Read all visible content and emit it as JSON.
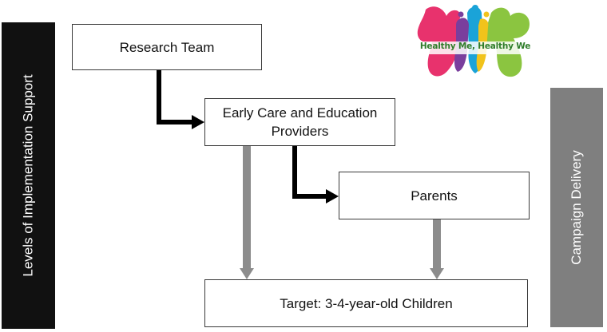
{
  "left_bar": {
    "label": "Levels of Implementation Support",
    "color": "#111111"
  },
  "right_bar": {
    "label": "Campaign Delivery",
    "color": "#7f7f7f"
  },
  "nodes": {
    "research_team": "Research Team",
    "ece_providers_line1": "Early Care and Education",
    "ece_providers_line2": "Providers",
    "parents": "Parents",
    "target": "Target: 3-4-year-old Children"
  },
  "edges": [
    {
      "from": "Research Team",
      "to": "Early Care and Education Providers",
      "style": "black-elbow"
    },
    {
      "from": "Early Care and Education Providers",
      "to": "Parents",
      "style": "black-elbow"
    },
    {
      "from": "Early Care and Education Providers",
      "to": "Target: 3-4-year-old Children",
      "style": "gray-vertical"
    },
    {
      "from": "Parents",
      "to": "Target: 3-4-year-old Children",
      "style": "gray-vertical"
    }
  ],
  "logo": {
    "text": "Healthy Me, Healthy We",
    "colors": [
      "#e8326d",
      "#8bc540",
      "#1aa3d8",
      "#f1c31b",
      "#7a3e9d"
    ]
  }
}
